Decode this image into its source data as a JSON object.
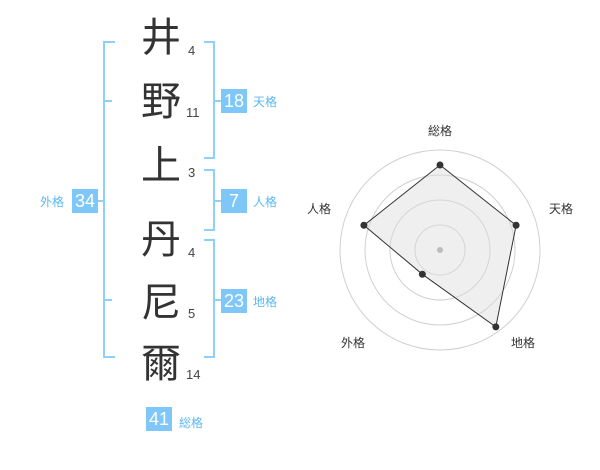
{
  "name": {
    "characters": [
      {
        "char": "井",
        "strokes": "4"
      },
      {
        "char": "野",
        "strokes": "11"
      },
      {
        "char": "上",
        "strokes": "3"
      },
      {
        "char": "丹",
        "strokes": "4"
      },
      {
        "char": "尼",
        "strokes": "5"
      },
      {
        "char": "爾",
        "strokes": "14"
      }
    ]
  },
  "kakaku": {
    "ten": {
      "value": "18",
      "label": "天格"
    },
    "jin": {
      "value": "7",
      "label": "人格"
    },
    "chi": {
      "value": "23",
      "label": "地格"
    },
    "gai": {
      "value": "34",
      "label": "外格"
    },
    "sou": {
      "value": "41",
      "label": "総格"
    }
  },
  "radar": {
    "axes": [
      "総格",
      "天格",
      "地格",
      "外格",
      "人格"
    ],
    "values": [
      0.85,
      0.8,
      0.95,
      0.3,
      0.8
    ]
  },
  "colors": {
    "accent": "#7fc7f8",
    "bracket": "#8fd0fa",
    "ring": "#d0d0d0",
    "fill": "#eeeeee",
    "point": "#333333"
  }
}
